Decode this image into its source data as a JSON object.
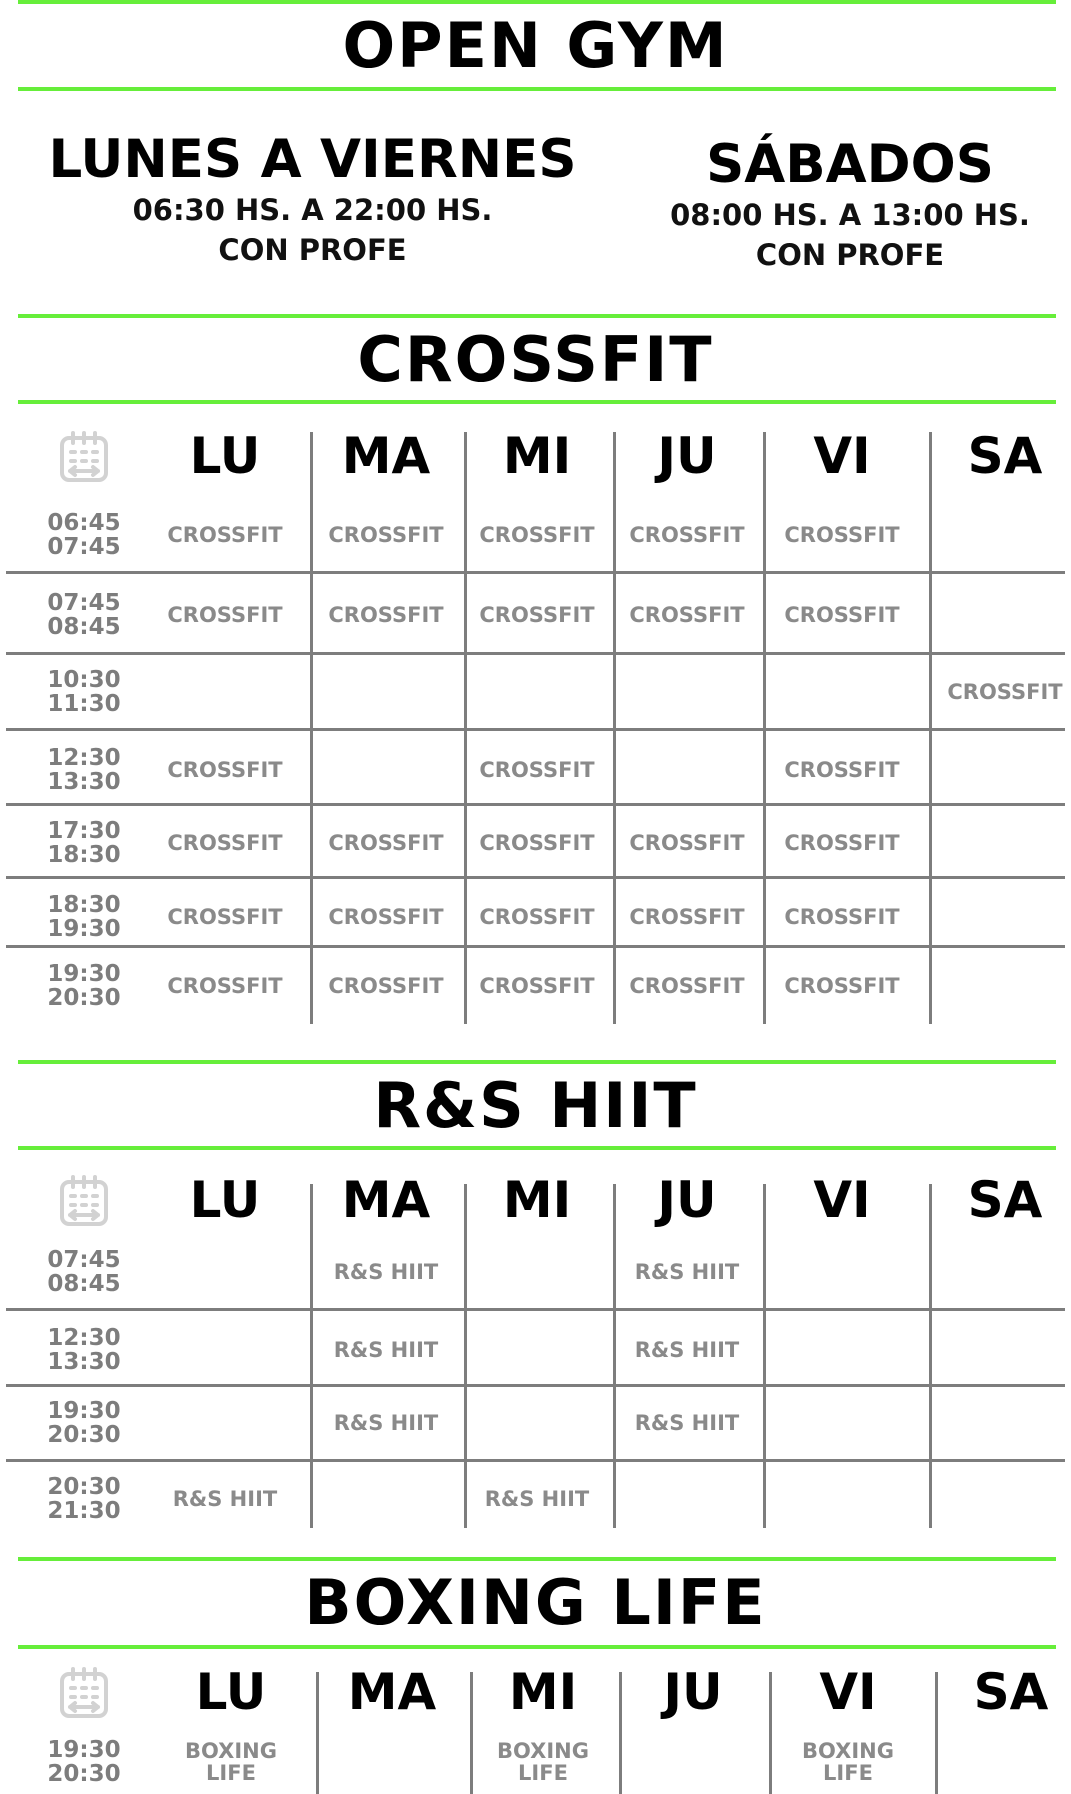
{
  "open_gym": {
    "title": "OPEN GYM",
    "weekdays": {
      "heading": "LUNES A VIERNES",
      "hours": "06:30 HS. A 22:00 HS.",
      "note": "CON PROFE"
    },
    "saturdays": {
      "heading": "SÁBADOS",
      "hours": "08:00 HS. A 13:00 HS.",
      "note": "CON PROFE"
    }
  },
  "days": [
    "LU",
    "MA",
    "MI",
    "JU",
    "VI",
    "SA"
  ],
  "icon": "calendar-icon",
  "colors": {
    "accent": "#66ee3a",
    "grid": "#7d7d7d",
    "muted_text": "#8a8a8a"
  },
  "crossfit": {
    "title": "CROSSFIT",
    "rows": [
      {
        "start": "06:45",
        "end": "07:45",
        "cells": [
          "CROSSFIT",
          "CROSSFIT",
          "CROSSFIT",
          "CROSSFIT",
          "CROSSFIT",
          ""
        ]
      },
      {
        "start": "07:45",
        "end": "08:45",
        "cells": [
          "CROSSFIT",
          "CROSSFIT",
          "CROSSFIT",
          "CROSSFIT",
          "CROSSFIT",
          ""
        ]
      },
      {
        "start": "10:30",
        "end": "11:30",
        "cells": [
          "",
          "",
          "",
          "",
          "",
          "CROSSFIT"
        ]
      },
      {
        "start": "12:30",
        "end": "13:30",
        "cells": [
          "CROSSFIT",
          "",
          "CROSSFIT",
          "",
          "CROSSFIT",
          ""
        ]
      },
      {
        "start": "17:30",
        "end": "18:30",
        "cells": [
          "CROSSFIT",
          "CROSSFIT",
          "CROSSFIT",
          "CROSSFIT",
          "CROSSFIT",
          ""
        ]
      },
      {
        "start": "18:30",
        "end": "19:30",
        "cells": [
          "CROSSFIT",
          "CROSSFIT",
          "CROSSFIT",
          "CROSSFIT",
          "CROSSFIT",
          ""
        ]
      },
      {
        "start": "19:30",
        "end": "20:30",
        "cells": [
          "CROSSFIT",
          "CROSSFIT",
          "CROSSFIT",
          "CROSSFIT",
          "CROSSFIT",
          ""
        ]
      }
    ]
  },
  "hiit": {
    "title": "R&S HIIT",
    "rows": [
      {
        "start": "07:45",
        "end": "08:45",
        "cells": [
          "",
          "R&S HIIT",
          "",
          "R&S HIIT",
          "",
          ""
        ]
      },
      {
        "start": "12:30",
        "end": "13:30",
        "cells": [
          "",
          "R&S HIIT",
          "",
          "R&S HIIT",
          "",
          ""
        ]
      },
      {
        "start": "19:30",
        "end": "20:30",
        "cells": [
          "",
          "R&S HIIT",
          "",
          "R&S HIIT",
          "",
          ""
        ]
      },
      {
        "start": "20:30",
        "end": "21:30",
        "cells": [
          "R&S HIIT",
          "",
          "R&S HIIT",
          "",
          "",
          ""
        ]
      }
    ]
  },
  "boxing": {
    "title": "BOXING LIFE",
    "rows": [
      {
        "start": "19:30",
        "end": "20:30",
        "cells": [
          [
            "BOXING",
            "LIFE"
          ],
          [],
          [
            "BOXING",
            "LIFE"
          ],
          [],
          [
            "BOXING",
            "LIFE"
          ],
          []
        ]
      }
    ]
  }
}
